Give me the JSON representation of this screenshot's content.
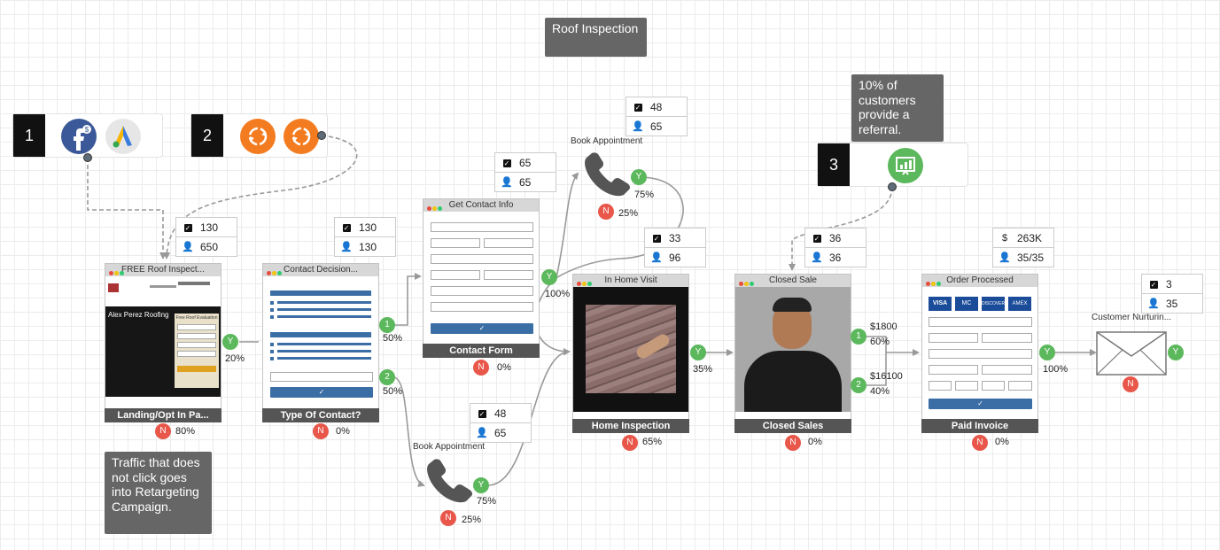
{
  "funnel_title": "Roof Inspection",
  "notes": {
    "referral": "10% of customers provide a referral.",
    "retargeting": "Traffic that does not click goes into Retargeting Campaign."
  },
  "sources": [
    {
      "number": "1"
    },
    {
      "number": "2"
    },
    {
      "number": "3"
    }
  ],
  "stats": {
    "landing": {
      "checks": "130",
      "people": "650"
    },
    "contact_decision": {
      "checks": "130",
      "people": "130"
    },
    "contact_form": {
      "checks": "65",
      "people": "65"
    },
    "call_top": {
      "checks": "48",
      "people": "65"
    },
    "call_bottom": {
      "checks": "48",
      "people": "65"
    },
    "home_visit": {
      "checks": "33",
      "people": "96"
    },
    "closed_sale": {
      "checks": "36",
      "people": "36"
    },
    "order": {
      "money_symbol": "$",
      "money": "263K",
      "people": "35/35"
    },
    "nurture": {
      "checks": "3",
      "people": "35"
    }
  },
  "pages": {
    "landing": {
      "header": "FREE Roof Inspect...",
      "caption": "Landing/Opt In Pa...",
      "logo_name": "Alex Perez Roofing",
      "form_title": "Free Roof Evaluation",
      "no_pct": "80%"
    },
    "contact_decision": {
      "header": "Contact Decision...",
      "caption": "Type Of Contact?",
      "no_pct": "0%"
    },
    "contact_form": {
      "header": "Get Contact Info",
      "caption": "Contact Form",
      "no_pct": "0%"
    },
    "home_visit": {
      "header": "In Home Visit",
      "caption": "Home Inspection",
      "no_pct": "65%"
    },
    "closed_sale": {
      "header": "Closed Sale",
      "caption": "Closed Sales",
      "no_pct": "0%"
    },
    "order": {
      "header": "Order Processed",
      "caption": "Paid Invoice",
      "no_pct": "0%"
    }
  },
  "cards": [
    "VISA",
    "MC",
    "DISCOVER",
    "AMEX"
  ],
  "calls": {
    "top": {
      "label": "Book Appointment",
      "yes_pct": "75%",
      "no_pct": "25%"
    },
    "bottom": {
      "label": "Book Appointment",
      "yes_pct": "75%",
      "no_pct": "25%"
    }
  },
  "nurture": {
    "label": "Customer Nurturin..."
  },
  "flow": {
    "landing_yes_pct": "20%",
    "option1": {
      "num": "1",
      "pct": "50%"
    },
    "option2": {
      "num": "2",
      "pct": "50%"
    },
    "form_yes_pct": "100%",
    "visit_yes_pct": "35%",
    "sale1": {
      "num": "1",
      "amount": "$1800",
      "pct": "60%"
    },
    "sale2": {
      "num": "2",
      "amount": "$16100",
      "pct": "40%"
    },
    "order_yes_pct": "100%",
    "yes_letter": "Y",
    "no_letter": "N"
  },
  "colors": {
    "facebook": "#3b5998",
    "adwords": "#e6e6e6",
    "retarget": "#f47c20",
    "referral": "#5cb85c",
    "yes": "#5cb85c",
    "no": "#e8574a",
    "button": "#3b6ea5",
    "caption": "#555555",
    "note": "#666666"
  }
}
